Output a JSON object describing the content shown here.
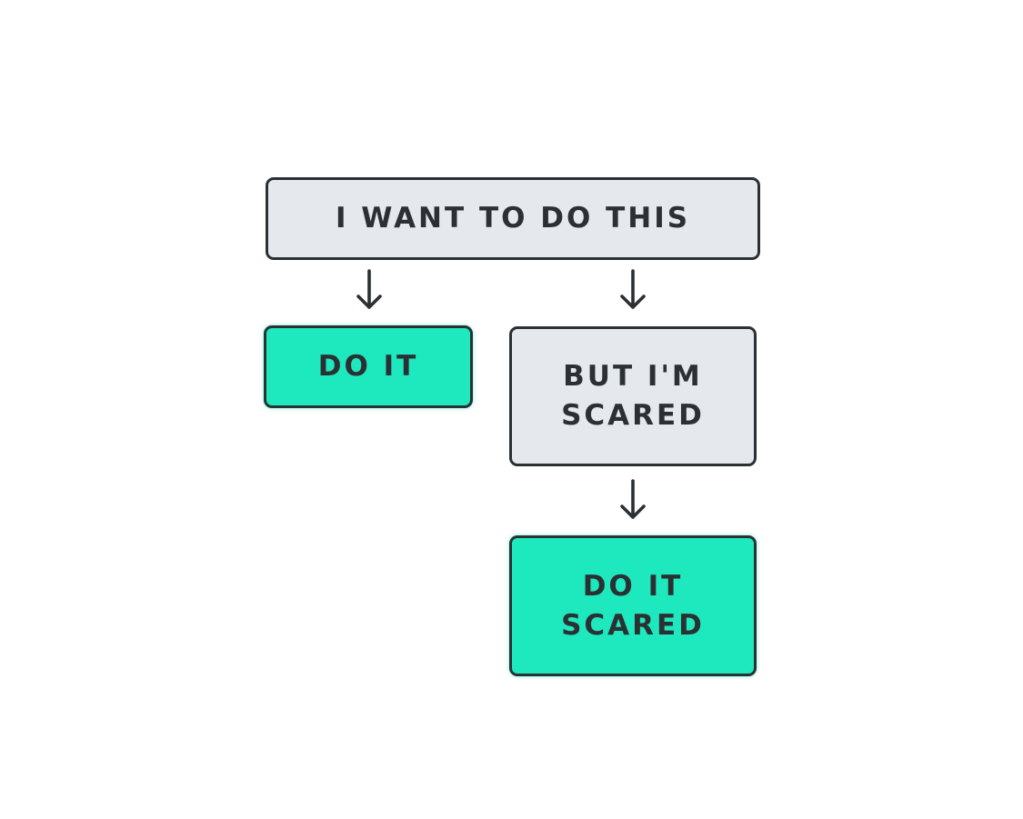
{
  "diagram": {
    "nodes": {
      "want": {
        "label": "I WANT TO DO THIS",
        "fill": "#e5e8ec"
      },
      "do_it": {
        "label": "DO IT",
        "fill": "#1ee8be"
      },
      "scared": {
        "line1": "BUT I'M",
        "line2": "SCARED",
        "fill": "#e5e8ec"
      },
      "do_it_scared": {
        "line1": "DO IT",
        "line2": "SCARED",
        "fill": "#1ee8be"
      }
    },
    "edges": [
      {
        "from": "I WANT TO DO THIS",
        "to": "DO IT"
      },
      {
        "from": "I WANT TO DO THIS",
        "to": "BUT I'M SCARED"
      },
      {
        "from": "BUT I'M SCARED",
        "to": "DO IT SCARED"
      }
    ],
    "colors": {
      "outline": "#2b3033",
      "text": "#2b3033",
      "accent": "#1ee8be",
      "neutral": "#e5e8ec"
    }
  }
}
